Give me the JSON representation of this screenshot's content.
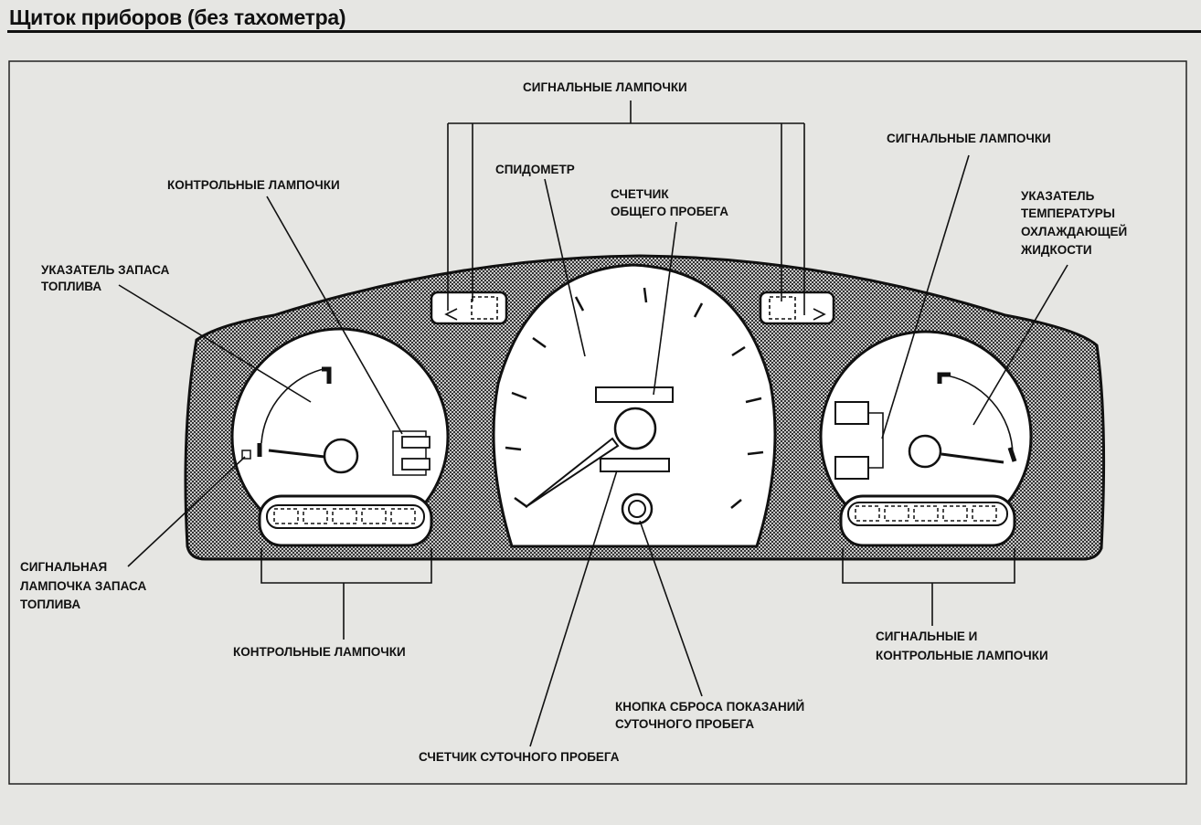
{
  "title": "Щиток приборов (без тахометра)",
  "labels": {
    "signal_lamps_top": "СИГНАЛЬНЫЕ ЛАМПОЧКИ",
    "speedometer": "СПИДОМЕТР",
    "control_lamps_top": "КОНТРОЛЬНЫЕ ЛАМПОЧКИ",
    "odometer": [
      "СЧЕТЧИК",
      "ОБЩЕГО ПРОБЕГА"
    ],
    "signal_lamps_right": "СИГНАЛЬНЫЕ ЛАМПОЧКИ",
    "coolant_temp": [
      "УКАЗАТЕЛЬ",
      "ТЕМПЕРАТУРЫ",
      "ОХЛАЖДАЮЩЕЙ",
      "ЖИДКОСТИ"
    ],
    "fuel_gauge": [
      "УКАЗАТЕЛЬ ЗАПАСА",
      "ТОПЛИВА"
    ],
    "fuel_warning": [
      "СИГНАЛЬНАЯ",
      "ЛАМПОЧКА ЗАПАСА",
      "ТОПЛИВА"
    ],
    "control_lamps_bottom": "КОНТРОЛЬНЫЕ ЛАМПОЧКИ",
    "signal_control_lamps": [
      "СИГНАЛЬНЫЕ И",
      "КОНТРОЛЬНЫЕ ЛАМПОЧКИ"
    ],
    "trip_reset": [
      "КНОПКА СБРОСА ПОКАЗАНИЙ",
      "СУТОЧНОГО ПРОБЕГА"
    ],
    "trip_meter": "СЧЕТЧИК СУТОЧНОГО ПРОБЕГА"
  }
}
